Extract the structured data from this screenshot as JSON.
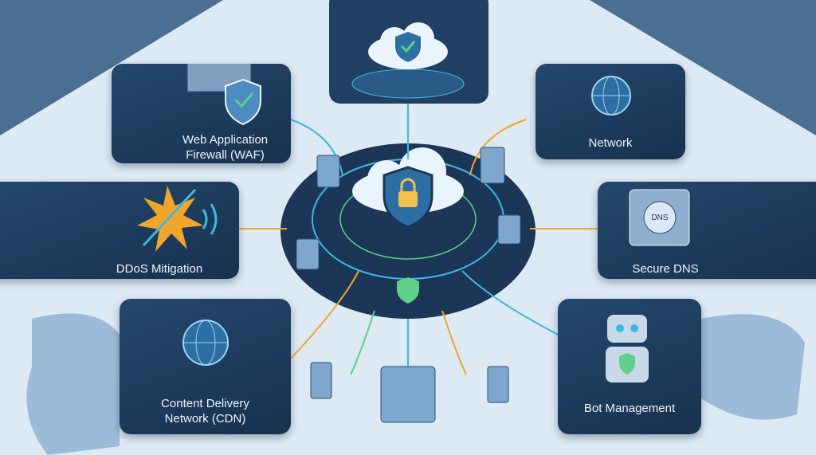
{
  "services": {
    "waf": {
      "label_line1": "Web Application",
      "label_line2": "Firewall (WAF)"
    },
    "network": {
      "label": "Network"
    },
    "ddos": {
      "label": "DDoS Mitigation"
    },
    "dns": {
      "label": "Secure DNS",
      "safe_label": "DNS"
    },
    "cdn": {
      "label_line1": "Content Delivery",
      "label_line2": "Network (CDN)"
    },
    "bot": {
      "label": "Bot Management"
    }
  },
  "colors": {
    "background": "#dde9f3",
    "panel": "#1d3a5c",
    "accent_cyan": "#3fb8e0",
    "accent_orange": "#f0a52c",
    "accent_green": "#5fd08a"
  }
}
